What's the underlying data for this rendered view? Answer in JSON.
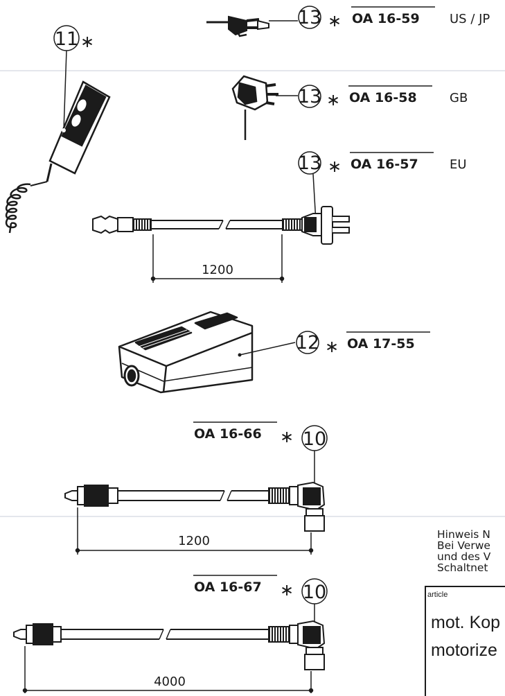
{
  "labels": {
    "us_plug": {
      "num": "13",
      "star": "∗",
      "code": "OA 16-59",
      "region": "US / JP"
    },
    "hand_control": {
      "num": "11",
      "star": "∗"
    },
    "gb_plug": {
      "num": "13",
      "star": "∗",
      "code": "OA 16-58",
      "region": "GB"
    },
    "eu_plug": {
      "num": "13",
      "star": "∗",
      "code": "OA 16-57",
      "region": "EU"
    },
    "transformer": {
      "num": "12",
      "star": "∗",
      "code": "OA 17-55"
    },
    "cable_short": {
      "num": "10",
      "star": "∗",
      "code": "OA 16-66"
    },
    "cable_long": {
      "num": "10",
      "star": "∗",
      "code": "OA 16-67"
    }
  },
  "dimensions": {
    "eu_cord": "1200",
    "cable_short": "1200",
    "cable_long": "4000"
  },
  "note": {
    "line1": "Hinweis N",
    "line2": "Bei Verwe",
    "line3": "und des V",
    "line4": "Schaltnet"
  },
  "article_box": {
    "label": "article",
    "line1": "mot. Kop",
    "line2": "motorize"
  },
  "colors": {
    "ink": "#1b1b1b",
    "rule": "#c9ced8"
  }
}
